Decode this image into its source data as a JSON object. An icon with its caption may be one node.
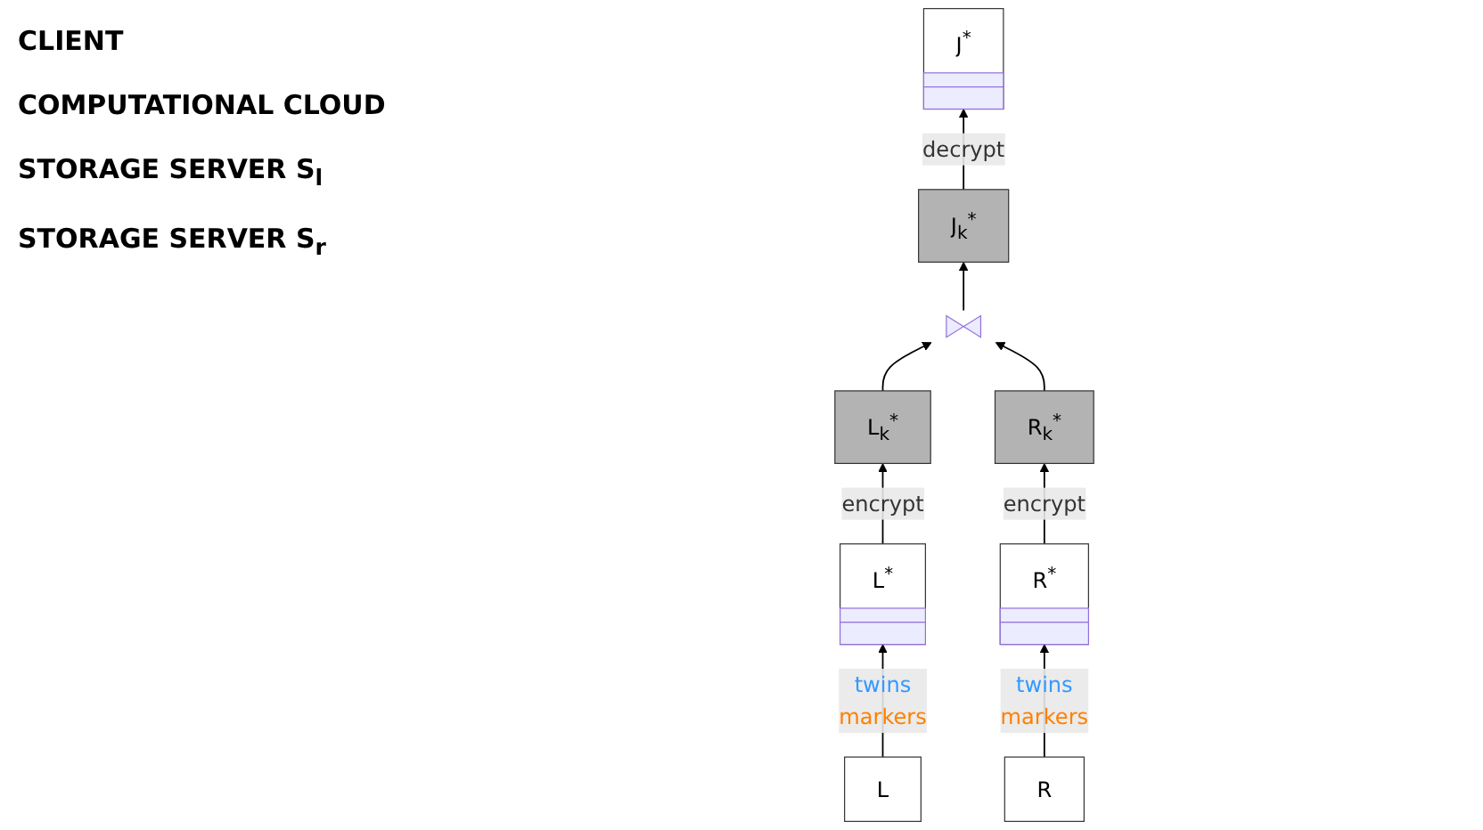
{
  "diagram": {
    "nodes": [
      {
        "text": [
          "J$^{*}$"
        ]
      },
      {
        "text": [
          "J$_{k}$$^{*}$"
        ]
      },
      {
        "text": [],
        "shape": "bowtie"
      },
      {
        "text": [
          "L$_{k}$$^{*}$"
        ]
      },
      {
        "text": [
          "R$_{k}$$^{*}$"
        ]
      },
      {
        "text": [
          "L"
        ]
      },
      {
        "text": [
          "L$^{*}$"
        ]
      },
      {
        "text": [
          "R$^{*}$"
        ]
      },
      {
        "text": [
          "R"
        ]
      }
    ],
    "edges": [
      {
        "from": 1,
        "to": 0,
        "arrow": "to",
        "label": "decrypt"
      },
      {
        "from": 2,
        "to": 1,
        "arrow": "to"
      },
      {
        "from": 3,
        "to": 2,
        "arrow": "to"
      },
      {
        "from": 4,
        "to": 2,
        "arrow": "to"
      },
      {
        "from": 6,
        "to": 3,
        "arrow": "to",
        "label": "encrypt"
      },
      {
        "from": 7,
        "to": 4,
        "arrow": "to",
        "label": "encrypt"
      },
      {
        "from": 5,
        "to": 6,
        "arrow": "to",
        "label": "twins markers"
      },
      {
        "from": 8,
        "to": 7,
        "arrow": "to",
        "label": "twins markers"
      }
    ],
    "labels": [
      "CLIENT",
      "COMPUTATIONAL CLOUD",
      "STORAGE SERVER S$_{l}$",
      "STORAGE SERVER S$_{r}$"
    ]
  }
}
